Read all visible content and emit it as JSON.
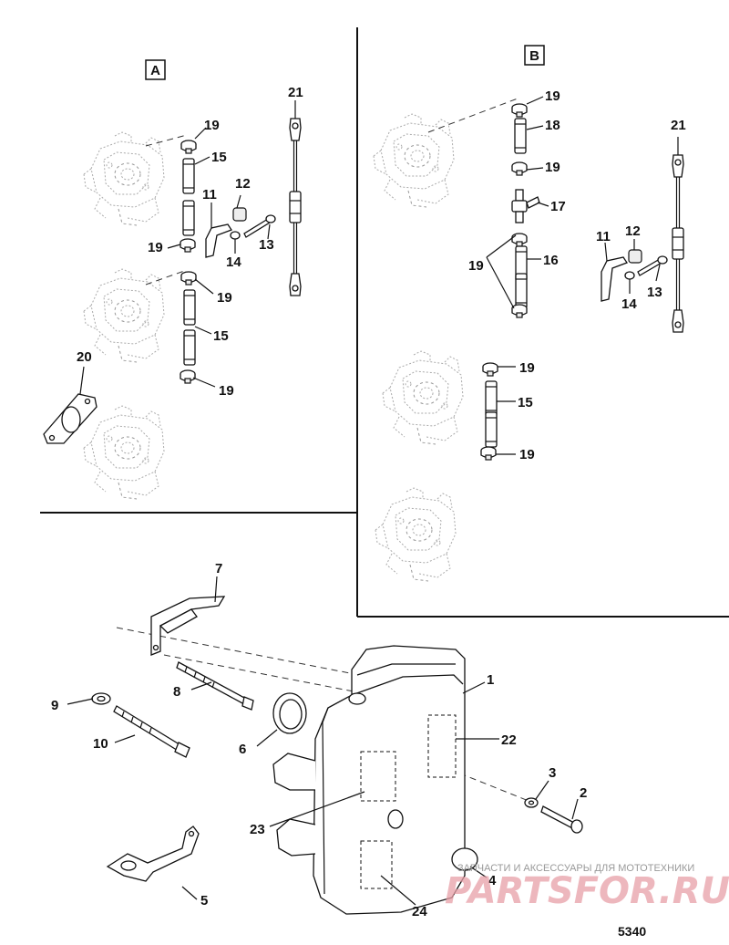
{
  "panels": {
    "a_label": "A",
    "b_label": "B"
  },
  "callouts": {
    "a": [
      {
        "id": "a-19a",
        "text": "19"
      },
      {
        "id": "a-15a",
        "text": "15"
      },
      {
        "id": "a-12",
        "text": "12"
      },
      {
        "id": "a-11",
        "text": "11"
      },
      {
        "id": "a-13",
        "text": "13"
      },
      {
        "id": "a-14",
        "text": "14"
      },
      {
        "id": "a-19b",
        "text": "19"
      },
      {
        "id": "a-19c",
        "text": "19"
      },
      {
        "id": "a-15b",
        "text": "15"
      },
      {
        "id": "a-19d",
        "text": "19"
      },
      {
        "id": "a-20",
        "text": "20"
      },
      {
        "id": "a-21",
        "text": "21"
      }
    ],
    "b": [
      {
        "id": "b-19a",
        "text": "19"
      },
      {
        "id": "b-18",
        "text": "18"
      },
      {
        "id": "b-19b",
        "text": "19"
      },
      {
        "id": "b-17",
        "text": "17"
      },
      {
        "id": "b-19c",
        "text": "19"
      },
      {
        "id": "b-16",
        "text": "16"
      },
      {
        "id": "b-12",
        "text": "12"
      },
      {
        "id": "b-11",
        "text": "11"
      },
      {
        "id": "b-13",
        "text": "13"
      },
      {
        "id": "b-14",
        "text": "14"
      },
      {
        "id": "b-21",
        "text": "21"
      },
      {
        "id": "b-19d",
        "text": "19"
      },
      {
        "id": "b-15",
        "text": "15"
      },
      {
        "id": "b-19e",
        "text": "19"
      }
    ],
    "main": [
      {
        "id": "m-7",
        "text": "7"
      },
      {
        "id": "m-8",
        "text": "8"
      },
      {
        "id": "m-9",
        "text": "9"
      },
      {
        "id": "m-10",
        "text": "10"
      },
      {
        "id": "m-6",
        "text": "6"
      },
      {
        "id": "m-1",
        "text": "1"
      },
      {
        "id": "m-22",
        "text": "22"
      },
      {
        "id": "m-3",
        "text": "3"
      },
      {
        "id": "m-2",
        "text": "2"
      },
      {
        "id": "m-23",
        "text": "23"
      },
      {
        "id": "m-5",
        "text": "5"
      },
      {
        "id": "m-4",
        "text": "4"
      },
      {
        "id": "m-24",
        "text": "24"
      }
    ]
  },
  "figure_number": "5340",
  "watermark": {
    "tagline": "ЗАПЧАСТИ И АКСЕССУАРЫ ДЛЯ МОТОТЕХНИКИ",
    "logo": "PARTSFOR.RU"
  }
}
